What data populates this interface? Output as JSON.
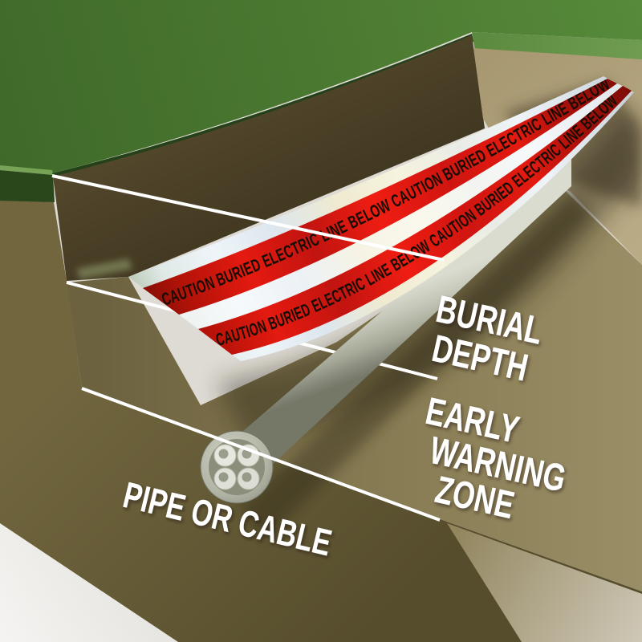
{
  "scene": {
    "description": "3D cutaway diagram of a buried pipe with early-warning caution tape above it",
    "labels": {
      "burial_depth": [
        "BURIAL",
        "DEPTH"
      ],
      "early_warning_zone": [
        "EARLY",
        "WARNING",
        "ZONE"
      ],
      "pipe_or_cable": "PIPE OR CABLE"
    },
    "tape": {
      "line1": "CAUTION   BURIED ELECTRIC LINE BELOW   CAUTION   BURIED ELECTRIC LINE BELOW",
      "line2": "CAUTION   BURIED ELECTRIC LINE BELOW   CAUTION   BURIED ELECTRIC LINE BELOW"
    },
    "colors": {
      "grass_green": "#4c7a31",
      "grass_edge_light": "#689549",
      "grass_sod_dark": "#2a461b",
      "soil_dark_wall": "#453b22",
      "soil_end_wall": "#a3946f",
      "soil_floor": "#877b54",
      "soil_front_face": "#655a35",
      "soil_right_face": "#bdb49e",
      "background": "#eceae6",
      "tape_red": "#d81410",
      "band_silver": "#e9eff3",
      "pipe_gray": "#c0c2b2",
      "label_text": "#ffffff",
      "tape_text": "#170d05",
      "leader_line": "#ffffff"
    }
  }
}
